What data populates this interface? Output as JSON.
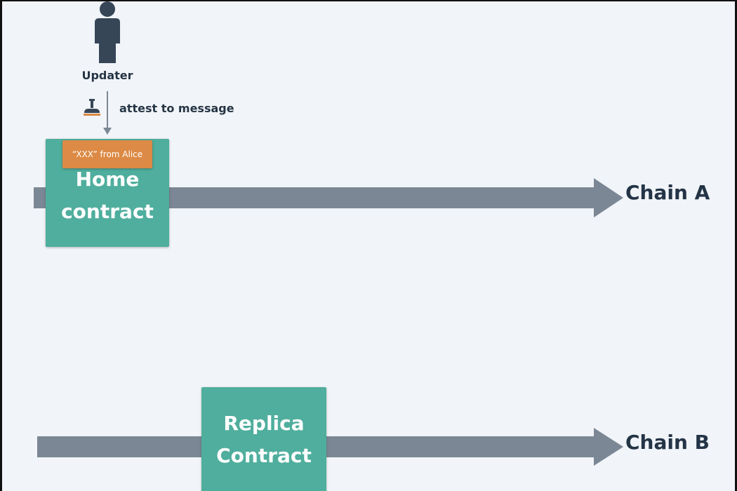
{
  "updater": {
    "label": "Updater",
    "icon": "person-icon",
    "action_icon": "stamp-icon",
    "action_label": "attest to message"
  },
  "chain_a": {
    "label": "Chain A",
    "contract_line1": "Home",
    "contract_line2": "contract",
    "message": "“XXX” from Alice"
  },
  "chain_b": {
    "label": "Chain B",
    "contract_line1": "Replica",
    "contract_line2": "Contract"
  },
  "colors": {
    "background": "#f1f4f8",
    "arrow": "#7b8795",
    "contract": "#4fae9d",
    "message": "#dc8a45",
    "text_dark": "#243447"
  }
}
